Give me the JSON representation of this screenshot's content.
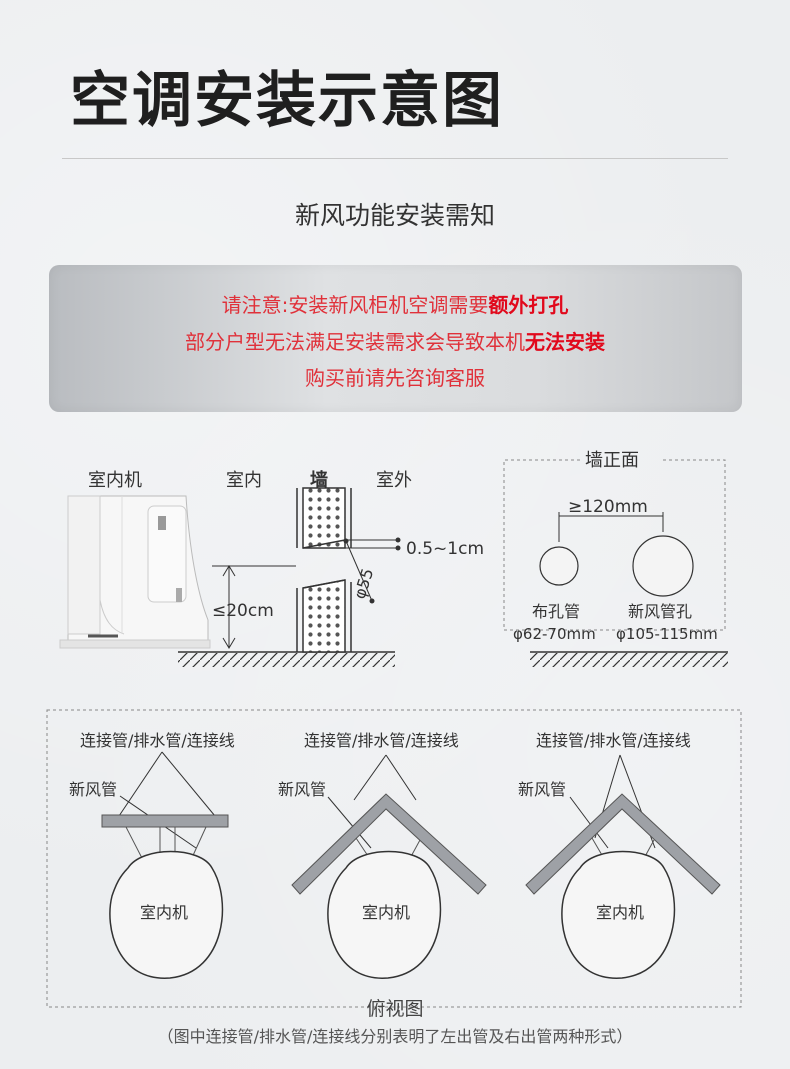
{
  "title": "空调安装示意图",
  "subtitle": "新风功能安装需知",
  "notice": {
    "line1_normal": "请注意:安装新风柜机空调需要",
    "line1_bold": "额外打孔",
    "line2_normal": "部分户型无法满足安装需求会导致本机",
    "line2_bold": "无法安装",
    "line3": "购买前请先咨询客服"
  },
  "side_view": {
    "label_indoor_unit": "室内机",
    "label_indoor": "室内",
    "label_wall": "墙",
    "label_outdoor": "室外",
    "gap": "0.5~1cm",
    "diameter": "φ55",
    "height": "≤20cm"
  },
  "front_view": {
    "title": "墙正面",
    "spacing": "≥120mm",
    "hole1_name": "布孔管",
    "hole1_size": "φ62-70mm",
    "hole2_name": "新风管孔",
    "hole2_size": "φ105-115mm"
  },
  "top_view": {
    "pipe_label": "连接管/排水管/连接线",
    "fresh_air_label": "新风管",
    "unit_label": "室内机",
    "view_title": "俯视图",
    "caption": "（图中连接管/排水管/连接线分别表明了左出管及右出管两种形式）"
  }
}
